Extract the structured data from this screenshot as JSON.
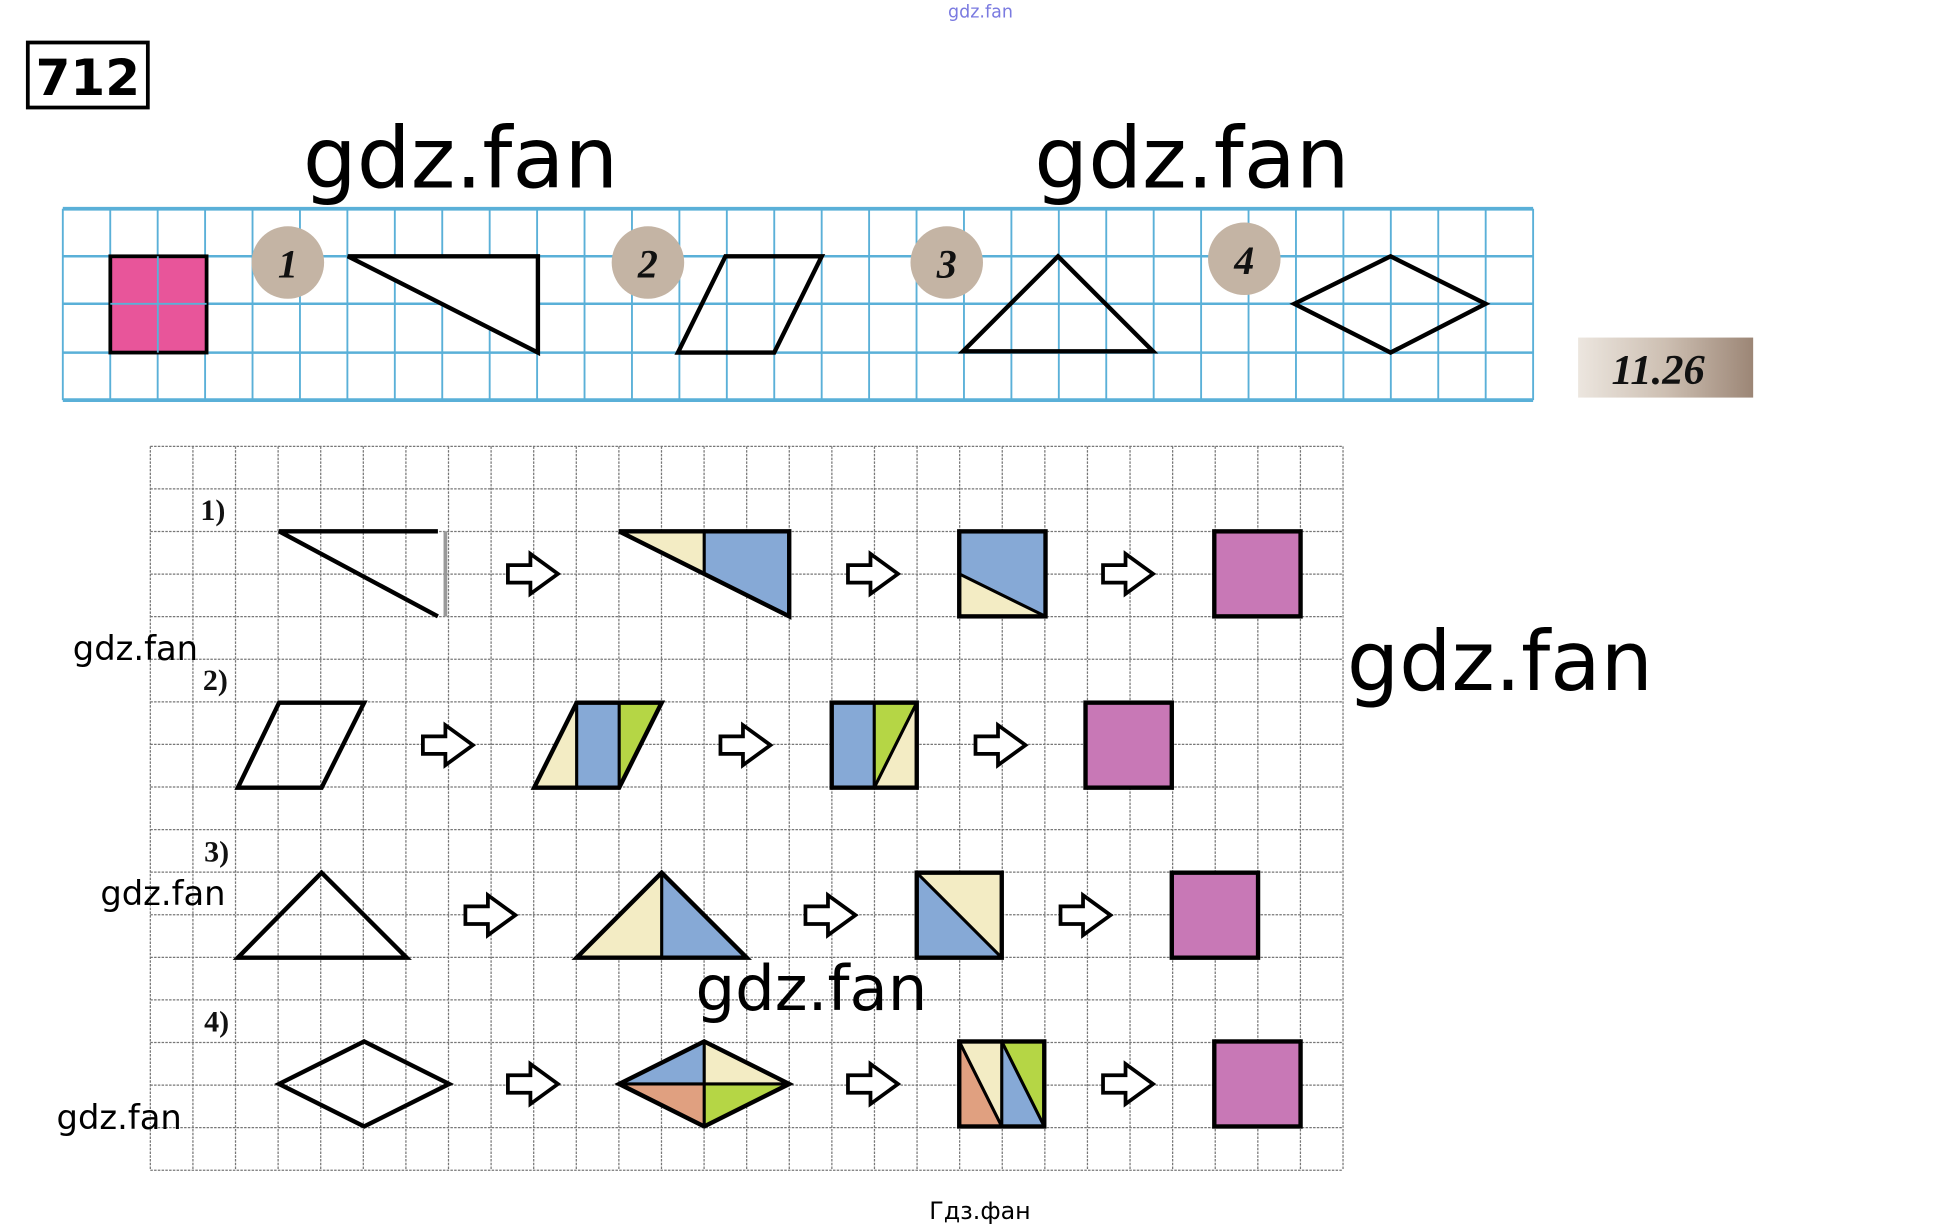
{
  "header": {
    "top_watermark": "gdz.fan",
    "problem_number": "712"
  },
  "watermarks": {
    "w1": "gdz.fan",
    "w2": "gdz.fan",
    "w3": "gdz.fan",
    "w4": "gdz.fan",
    "w5": "gdz.fan",
    "w6": "gdz.fan",
    "w7": "gdz.fan",
    "bottom": "Гдз.фан"
  },
  "task_strip": {
    "circles": [
      "1",
      "2",
      "3",
      "4"
    ],
    "figure_label": "11.26"
  },
  "solution": {
    "row_labels": [
      "1)",
      "2)",
      "3)",
      "4)"
    ]
  },
  "colors": {
    "cream": "#f3ecc4",
    "blue": "#86a9d6",
    "green": "#b5d645",
    "salmon": "#e0a080",
    "result_pink": "#c878b6",
    "sample_pink": "#e8559a",
    "strip_grid": "#5ab0d8"
  }
}
